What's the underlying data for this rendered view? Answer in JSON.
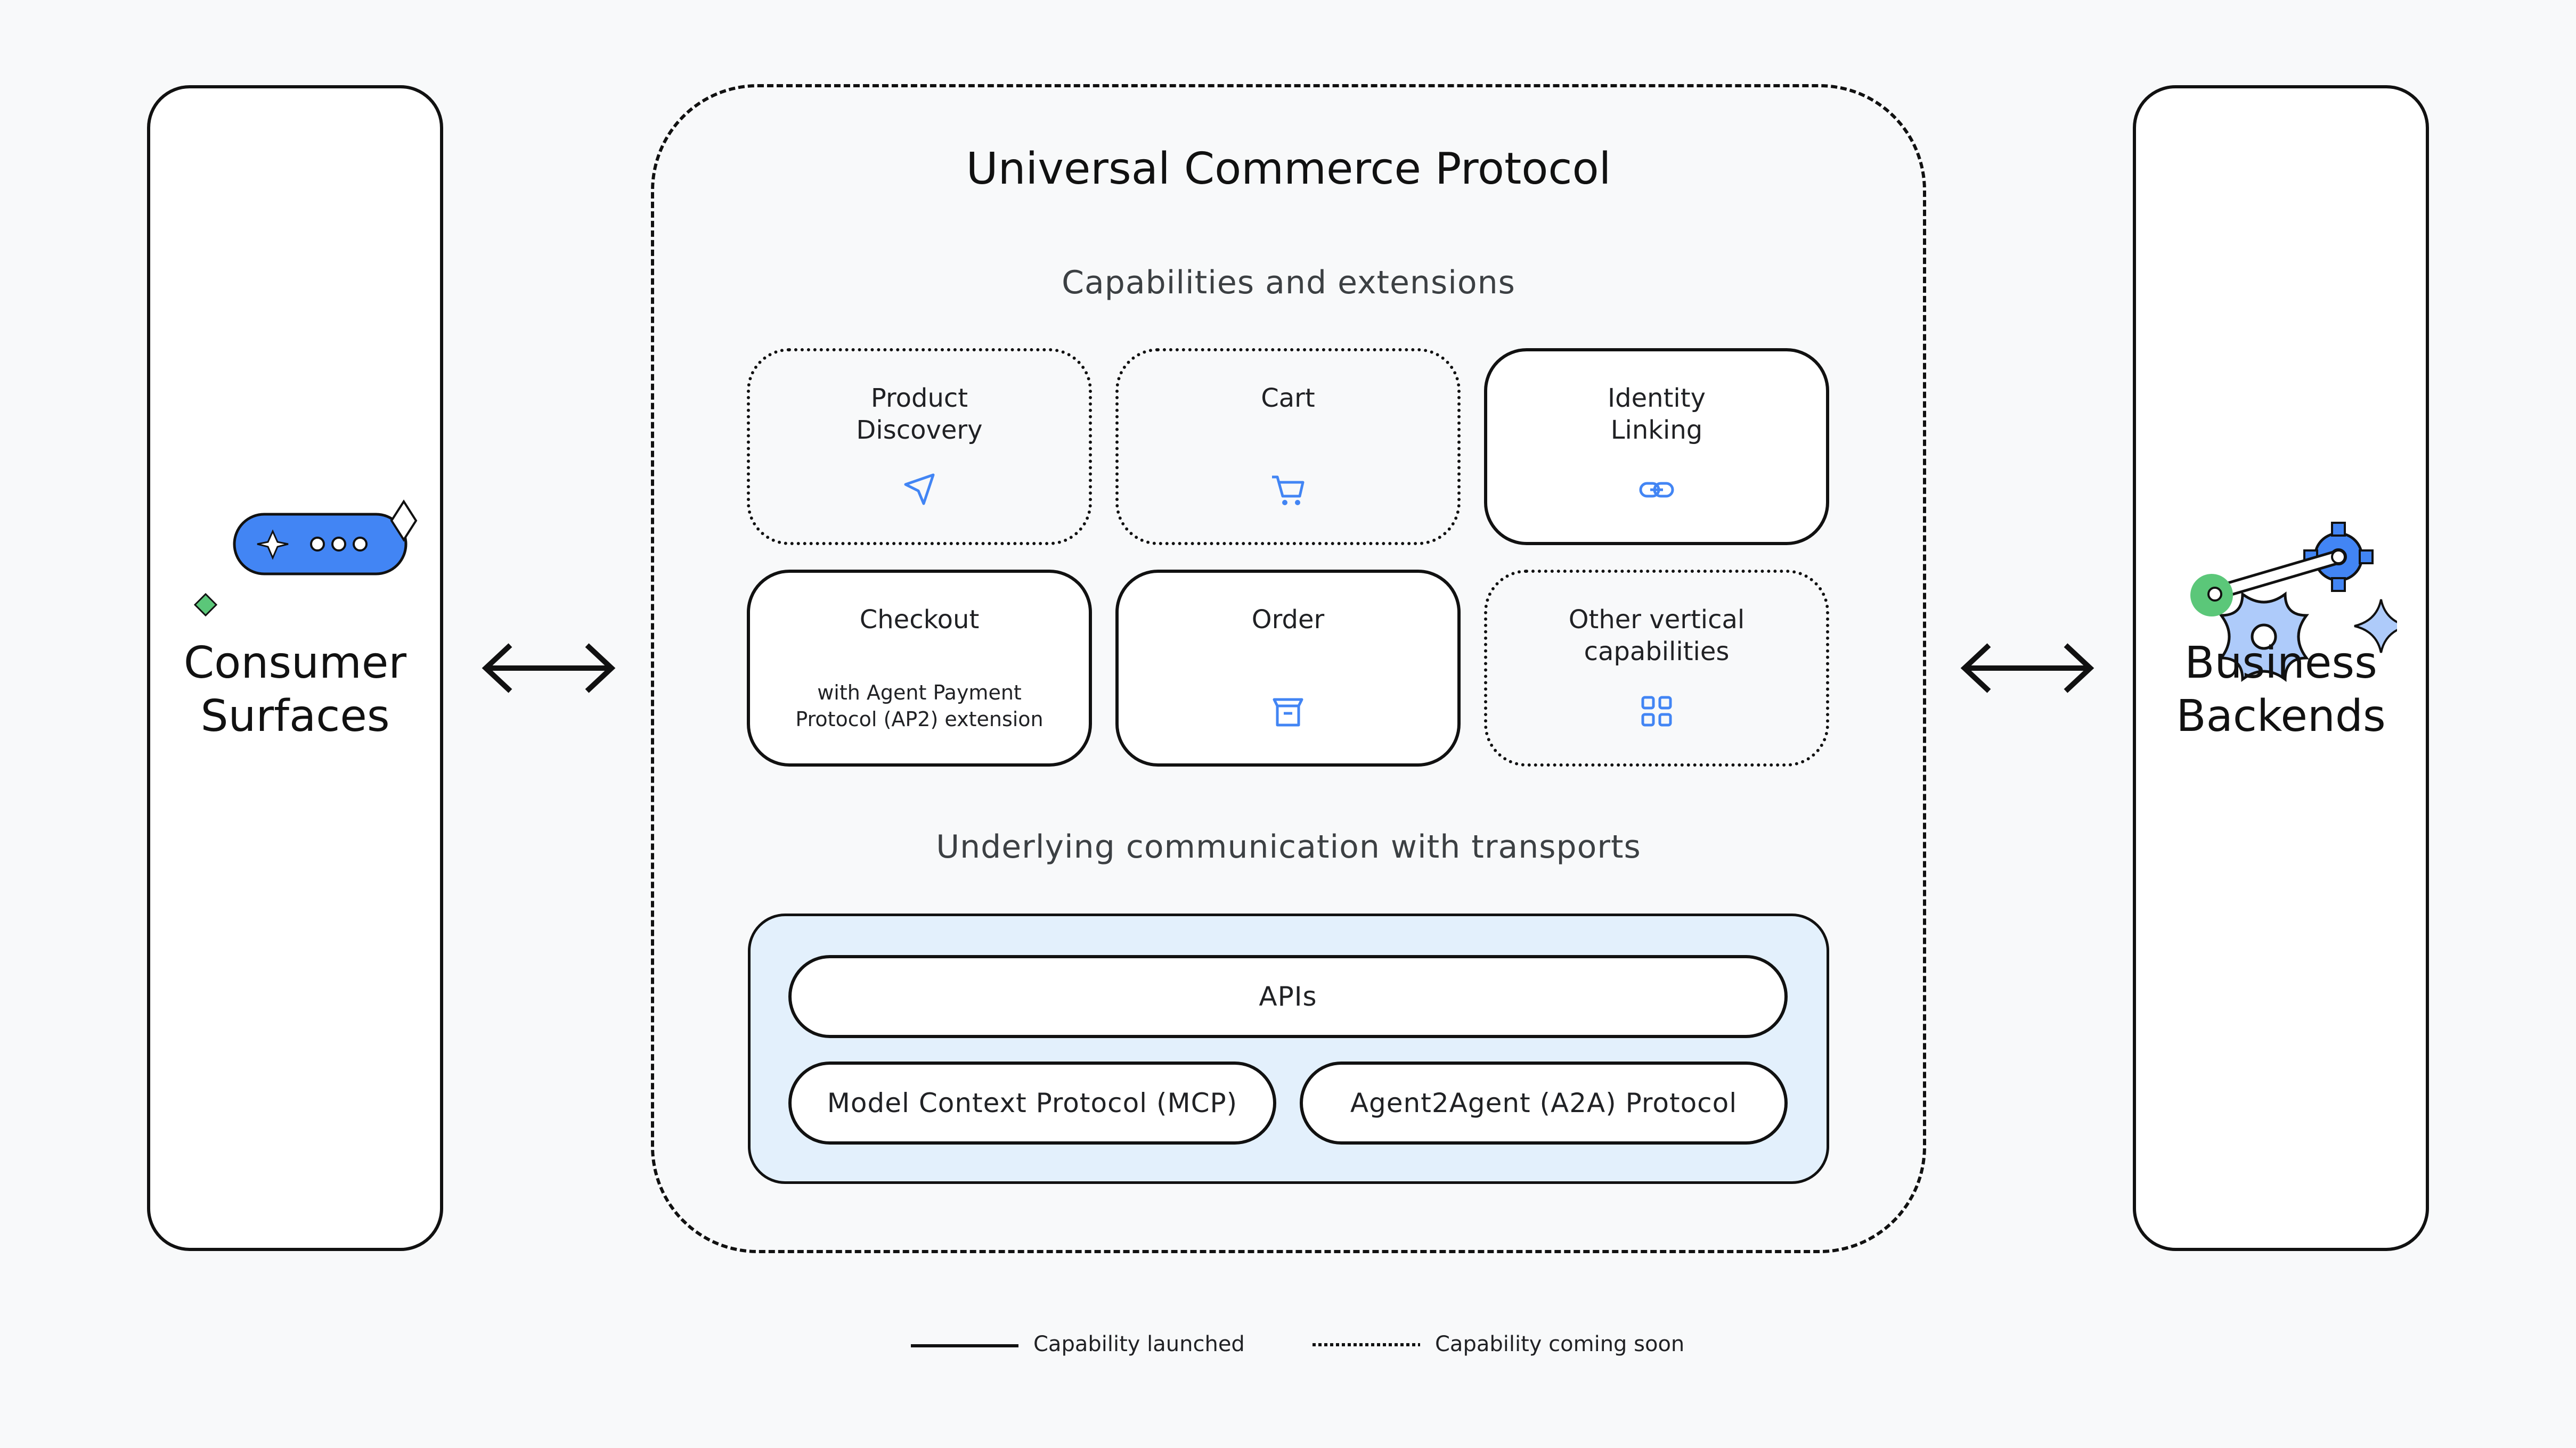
{
  "title": "Universal Commerce Protocol",
  "left_panel": {
    "title": "Consumer Surfaces"
  },
  "right_panel": {
    "title": "Business Backends"
  },
  "capabilities": {
    "heading": "Capabilities and extensions",
    "items": [
      {
        "title": "Product\nDiscovery",
        "status": "coming-soon",
        "icon": "send-icon"
      },
      {
        "title": "Cart",
        "status": "coming-soon",
        "icon": "cart-icon"
      },
      {
        "title": "Identity\nLinking",
        "status": "launched",
        "icon": "link-icon"
      },
      {
        "title": "Checkout",
        "note": "with Agent Payment\nProtocol (AP2) extension",
        "status": "launched"
      },
      {
        "title": "Order",
        "status": "launched",
        "icon": "package-icon"
      },
      {
        "title": "Other vertical\ncapabilities",
        "status": "coming-soon",
        "icon": "grid-icon"
      }
    ]
  },
  "transports": {
    "heading": "Underlying communication with transports",
    "apis": "APIs",
    "mcp": "Model Context Protocol (MCP)",
    "a2a": "Agent2Agent (A2A) Protocol"
  },
  "legend": {
    "launched": "Capability launched",
    "coming_soon": "Capability coming soon"
  },
  "colors": {
    "accent_blue": "#4285f4",
    "light_blue": "#aecbfa",
    "green": "#5bc779",
    "transport_bg": "#e3f0fc"
  }
}
